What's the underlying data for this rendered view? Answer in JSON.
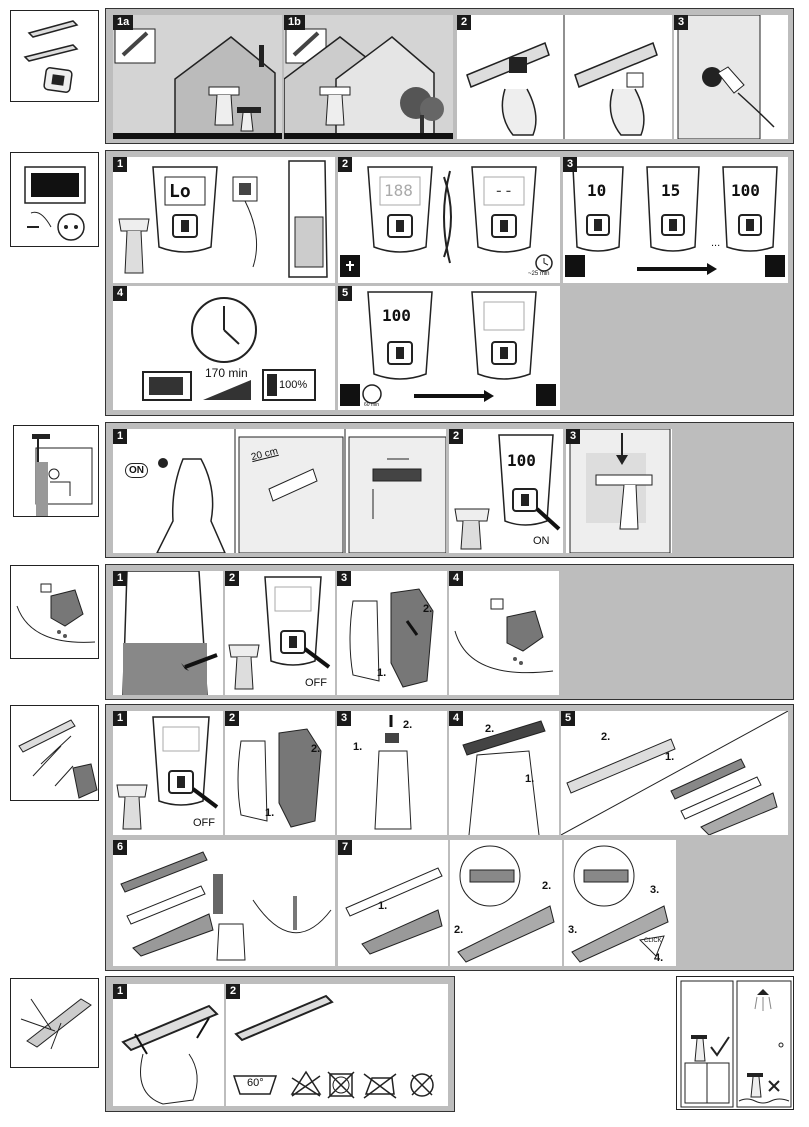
{
  "steps": {
    "row1": [
      "1a",
      "1b",
      "2",
      "3"
    ],
    "row2": [
      "1",
      "2",
      "3",
      "4",
      "5"
    ],
    "row3": [
      "1",
      "2",
      "3"
    ],
    "row4": [
      "1",
      "2",
      "3",
      "4"
    ],
    "row5": [
      "1",
      "2",
      "3",
      "4",
      "5",
      "6",
      "7"
    ],
    "row6": [
      "1",
      "2"
    ]
  },
  "displays": {
    "lo": "Lo",
    "blank": "188",
    "dash": "--",
    "d10": "10",
    "d15": "15",
    "d100": "100"
  },
  "labels": {
    "approx_time": "~25 min",
    "charge_time": "170 min",
    "battery_full": "100%",
    "timer_60": "60 min",
    "on": "ON",
    "off": "OFF",
    "distance": "20 cm",
    "ellipsis": "...",
    "click": "CLICK",
    "wash_temp": "60°",
    "seq": [
      "1.",
      "2.",
      "3.",
      "4."
    ]
  },
  "icons": [
    "charger-icon",
    "clock-icon",
    "lamp-icon",
    "check-icon",
    "cross-icon",
    "no-bleach-icon",
    "no-tumble-dry-icon",
    "no-iron-icon",
    "no-dry-clean-icon",
    "shower-icon",
    "arrow-icon"
  ]
}
